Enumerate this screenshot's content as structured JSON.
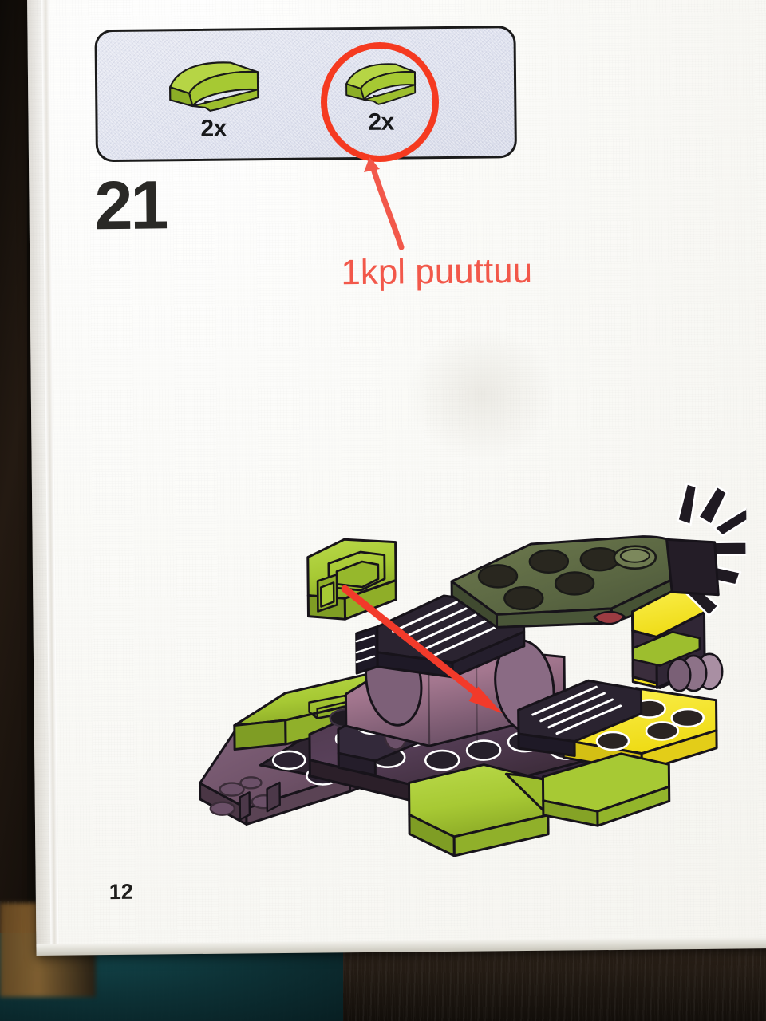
{
  "document": {
    "type": "lego-instruction-booklet-page",
    "page_number": "12",
    "step_number": "21"
  },
  "parts_callout": {
    "box_fill": "#DEE1EE",
    "box_border": "#1B1B1B",
    "parts": [
      {
        "name": "curved-slope-brick-2x2",
        "quantity_label": "2x",
        "color": "#A8C831",
        "circled": false
      },
      {
        "name": "curved-slope-brick-2x2",
        "quantity_label": "2x",
        "color": "#A8C831",
        "circled": true
      }
    ]
  },
  "annotations": {
    "circle": {
      "name": "red-circle-highlight",
      "color": "#F53A20",
      "target": "second-part-slot"
    },
    "arrow_to_circle": {
      "name": "red-curved-arrow",
      "color": "#F2584A",
      "direction": "up"
    },
    "note": {
      "name": "missing-part-note",
      "text": "1kpl puuttuu",
      "color": "#F2584A",
      "language": "fi"
    },
    "model_arrow": {
      "name": "red-placement-arrow",
      "color": "#F23A2A",
      "direction": "down-right"
    }
  },
  "model": {
    "name": "lego-spaceship-build",
    "colors": {
      "lime": "#A8C831",
      "lime_dark": "#7E9622",
      "lime_side": "#8FAE2A",
      "dark_purple": "#3B2A39",
      "purple_mid": "#6B4A64",
      "mauve": "#9B7A93",
      "mauve_light": "#B495AC",
      "olive": "#5E6B44",
      "olive_dark": "#3E4830",
      "yellow": "#F5E021",
      "yellow_dark": "#C9B513",
      "black": "#231C23",
      "outline": "#17131a",
      "highlight": "#ffffff"
    },
    "detached_piece": {
      "name": "lime-curved-slope-piece",
      "color": "#A8C831"
    },
    "sections": [
      {
        "name": "nose-wedge-plate",
        "color": "#6B4A64"
      },
      {
        "name": "left-wing-lime",
        "color": "#A8C831"
      },
      {
        "name": "center-studded-plate",
        "color": "#3B2A39"
      },
      {
        "name": "cockpit-cylinder",
        "color": "#9B7A93"
      },
      {
        "name": "top-olive-plate",
        "color": "#5E6B44"
      },
      {
        "name": "yellow-rear-plate",
        "color": "#F5E021"
      },
      {
        "name": "rear-fins",
        "color": "#231C23"
      },
      {
        "name": "lime-rear-slope",
        "color": "#A8C831"
      }
    ]
  },
  "background": {
    "paper": "#FAFAF7",
    "desk_dark": "#1A1410",
    "desk_teal": "#0C3338",
    "desk_brown": "#8A6330"
  }
}
